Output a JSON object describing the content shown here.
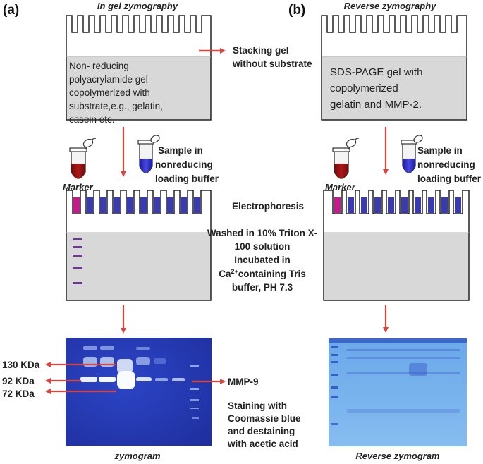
{
  "panel_a": {
    "label": "(a)",
    "title": "In gel zymography",
    "gel_text": [
      "Non- reducing",
      "polyacrylamide gel",
      "copolymerized with",
      "substrate,e.g., gelatin,",
      "casein etc."
    ],
    "stacking_label": [
      "Stacking gel",
      "without substrate"
    ],
    "marker": "Marker",
    "sample_label": [
      "Sample in",
      "nonreducing",
      "loading buffer"
    ],
    "band_labels": [
      "130 KDa",
      "92 KDa",
      "72 KDa"
    ],
    "mmp_label": "MMP-9",
    "zymogram_caption": "zymogram"
  },
  "panel_b": {
    "label": "(b)",
    "title": "Reverse zymography",
    "gel_text": [
      "SDS-PAGE gel with",
      "copolymerized",
      "gelatin and MMP-2."
    ],
    "marker": "Marker",
    "sample_label": [
      "Sample in",
      "nonreducing",
      "loading buffer"
    ],
    "zymogram_caption": "Reverse zymogram"
  },
  "middle": {
    "electrophoresis": "Electrophoresis",
    "wash_lines": [
      "Washed in 10% Triton X-",
      "100 solution",
      "Incubated in"
    ],
    "ca_line_prefix": "Ca",
    "ca_superscript": "2+",
    "ca_line_suffix": "containing  Tris",
    "buffer_line": "buffer, PH 7.3",
    "staining_lines": [
      "Staining with",
      "Coomassie blue",
      "and destaining",
      "with acetic acid"
    ]
  },
  "colors": {
    "arrow": "#d9463d",
    "gel_gray": "#d8d8d8",
    "lane_blue": "#3b3bb0",
    "marker_magenta": "#c8198c",
    "zymo_dark": "#2a3fbf",
    "zymo_light": "#7db7ec"
  }
}
